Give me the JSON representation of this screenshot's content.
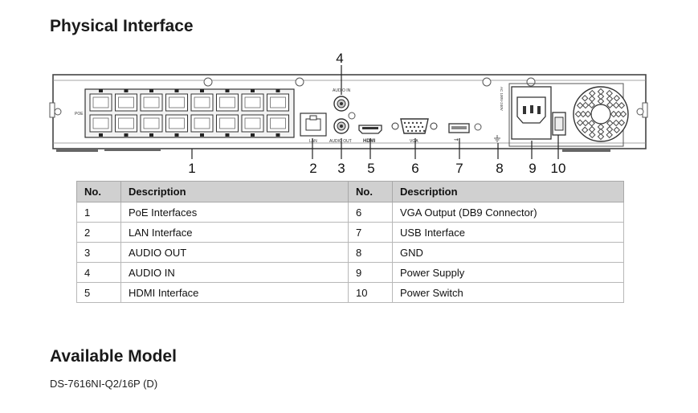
{
  "headings": {
    "physical": "Physical Interface",
    "model": "Available Model"
  },
  "model_name": "DS-7616NI-Q2/16P (D)",
  "panel": {
    "callouts": [
      "1",
      "2",
      "3",
      "4",
      "5",
      "6",
      "7",
      "8",
      "9",
      "10"
    ],
    "labels": {
      "poe": "POE",
      "lan": "LAN",
      "audio_in": "AUDIO IN",
      "audio_out": "AUDIO OUT",
      "hdmi": "HDMI",
      "vga": "VGA",
      "power_rating": "AC 100V-240V"
    }
  },
  "table": {
    "headers": [
      "No.",
      "Description",
      "No.",
      "Description"
    ],
    "rows": [
      [
        "1",
        "PoE Interfaces",
        "6",
        "VGA Output (DB9 Connector)"
      ],
      [
        "2",
        "LAN Interface",
        "7",
        "USB Interface"
      ],
      [
        "3",
        "AUDIO OUT",
        "8",
        "GND"
      ],
      [
        "4",
        "AUDIO IN",
        "9",
        "Power Supply"
      ],
      [
        "5",
        "HDMI Interface",
        "10",
        "Power Switch"
      ]
    ]
  }
}
